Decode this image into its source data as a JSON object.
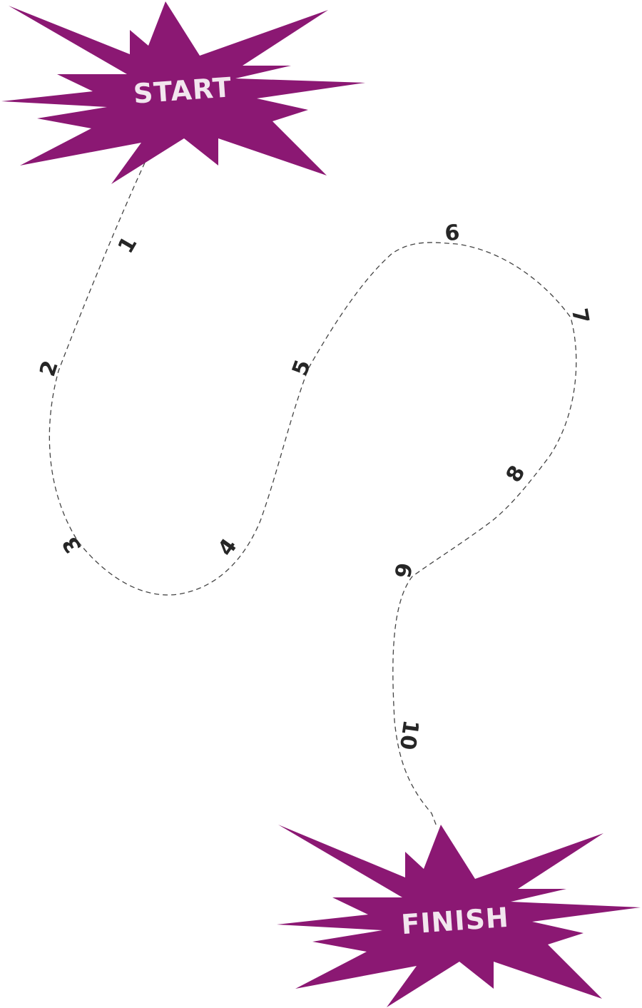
{
  "colors": {
    "burst": "#8b1873",
    "burst_text": "#f2e6ee",
    "numbers": "#262626",
    "path": "#444444"
  },
  "start": {
    "label": "START"
  },
  "finish": {
    "label": "FINISH"
  },
  "steps": [
    "1",
    "2",
    "3",
    "4",
    "5",
    "6",
    "7",
    "8",
    "9",
    "10"
  ]
}
